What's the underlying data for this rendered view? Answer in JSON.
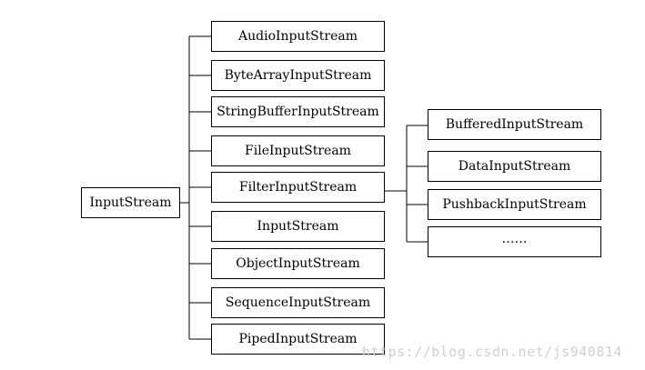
{
  "root": {
    "label": "InputStream"
  },
  "children": [
    "AudioInputStream",
    "ByteArrayInputStream",
    "StringBufferInputStream",
    "FileInputStream",
    "FilterInputStream",
    "InputStream",
    "ObjectInputStream",
    "SequenceInputStream",
    "PipedInputStream"
  ],
  "filter_children": [
    "BufferedInputStream",
    "DataInputStream",
    "PushbackInputStream",
    "……"
  ],
  "watermark": "https://blog.csdn.net/js940814"
}
